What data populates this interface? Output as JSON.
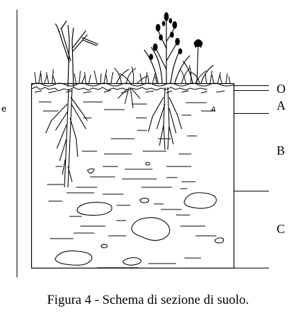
{
  "figure": {
    "left_fragment": "e",
    "horizons": [
      {
        "id": "O",
        "label": "O"
      },
      {
        "id": "A",
        "label": "A"
      },
      {
        "id": "B",
        "label": "B"
      },
      {
        "id": "C",
        "label": "C"
      }
    ],
    "inline_mark": "A",
    "caption": "Figura 4 - Schema di sezione di suolo."
  }
}
